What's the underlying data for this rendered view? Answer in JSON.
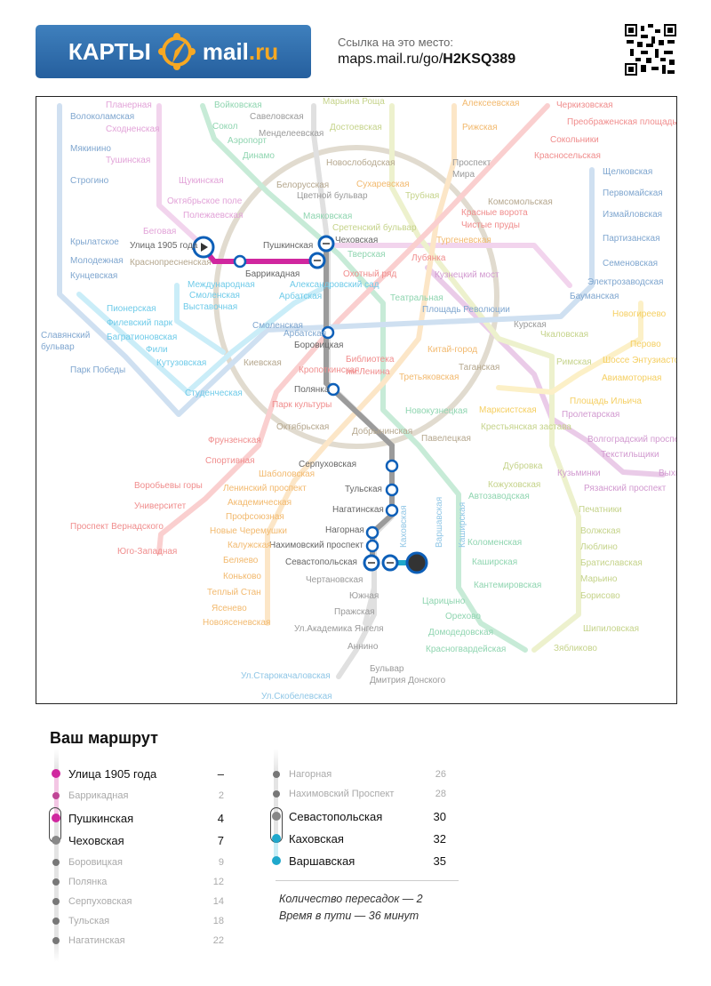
{
  "header": {
    "logo_left": "КАРТЫ",
    "logo_right": "mail",
    "logo_tld": ".ru",
    "link_caption": "Ссылка на это место:",
    "link_prefix": "maps.mail.ru/go/",
    "link_code": "H2KSQ389"
  },
  "colors": {
    "route_pink": "#d0279f",
    "route_gray": "#9b9b9b",
    "route_blue": "#0d5fb8",
    "route_cyan": "#1fa8cc"
  },
  "map": {
    "labels": [
      [
        "Планерная",
        "#e2a3d8"
      ],
      [
        "Сходненская",
        "#e2a3d8"
      ],
      [
        "Тушинская",
        "#e2a3d8"
      ],
      [
        "Щукинская",
        "#e2a3d8"
      ],
      [
        "Октябрьское поле",
        "#e2a3d8"
      ],
      [
        "Полежаевская",
        "#e2a3d8"
      ],
      [
        "Беговая",
        "#e2a3d8"
      ],
      [
        "Улица 1905 года",
        "#e2a3d8"
      ],
      [
        "Краснопресненская",
        "#b5a78e"
      ],
      [
        "Баррикадная",
        "#e2a3d8"
      ],
      [
        "Пушкинская",
        "#e2a3d8"
      ],
      [
        "Войковская",
        "#8fd5b0"
      ],
      [
        "Сокол",
        "#8fd5b0"
      ],
      [
        "Аэропорт",
        "#8fd5b0"
      ],
      [
        "Динамо",
        "#8fd5b0"
      ],
      [
        "Белорусская",
        "#b5a78e"
      ],
      [
        "Маяковская",
        "#8fd5b0"
      ],
      [
        "Савеловская",
        "#9a9a9a"
      ],
      [
        "Менделеевская",
        "#9a9a9a"
      ],
      [
        "Новослободская",
        "#b5a78e"
      ],
      [
        "Цветной бульвар",
        "#9a9a9a"
      ],
      [
        "Чеховская",
        "#9a9a9a"
      ],
      [
        "Боровицкая",
        "#9a9a9a"
      ],
      [
        "Полянка",
        "#9a9a9a"
      ],
      [
        "Серпуховская",
        "#9a9a9a"
      ],
      [
        "Тульская",
        "#9a9a9a"
      ],
      [
        "Нагатинская",
        "#9a9a9a"
      ],
      [
        "Нагорная",
        "#9a9a9a"
      ],
      [
        "Нахимовский проспект",
        "#9a9a9a"
      ],
      [
        "Севастопольская",
        "#9a9a9a"
      ],
      [
        "Чертановская",
        "#9a9a9a"
      ],
      [
        "Южная",
        "#9a9a9a"
      ],
      [
        "Пражская",
        "#9a9a9a"
      ],
      [
        "Ул.Академика Янгеля",
        "#9a9a9a"
      ],
      [
        "Аннино",
        "#9a9a9a"
      ],
      [
        "Ул.Старокачаловская",
        "#8fc6e6"
      ],
      [
        "Ул.Скобелевская",
        "#8fc6e6"
      ],
      [
        "Бульвар",
        "#9a9a9a"
      ],
      [
        "Дмитрия Донского",
        "#9a9a9a"
      ],
      [
        "Марьина Роща",
        "#c5d38a"
      ],
      [
        "Достоевская",
        "#c5d38a"
      ],
      [
        "Сухаревская",
        "#f2b96e"
      ],
      [
        "Трубная",
        "#c5d38a"
      ],
      [
        "Сретенский бульвар",
        "#c5d38a"
      ],
      [
        "Чкаловская",
        "#c5d38a"
      ],
      [
        "Римская",
        "#c5d38a"
      ],
      [
        "Крестьянская застава",
        "#c5d38a"
      ],
      [
        "Дубровка",
        "#c5d38a"
      ],
      [
        "Кожуховская",
        "#c5d38a"
      ],
      [
        "Печатники",
        "#c5d38a"
      ],
      [
        "Волжская",
        "#c5d38a"
      ],
      [
        "Люблино",
        "#c5d38a"
      ],
      [
        "Братиславская",
        "#c5d38a"
      ],
      [
        "Марьино",
        "#c5d38a"
      ],
      [
        "Борисово",
        "#c5d38a"
      ],
      [
        "Шипиловская",
        "#c5d38a"
      ],
      [
        "Зябликово",
        "#c5d38a"
      ],
      [
        "Алексеевская",
        "#f2b96e"
      ],
      [
        "Рижская",
        "#f2b96e"
      ],
      [
        "Проспект",
        "#9a9a9a"
      ],
      [
        "Мира",
        "#9a9a9a"
      ],
      [
        "Тургеневская",
        "#f2b96e"
      ],
      [
        "Китай-город",
        "#f2b96e"
      ],
      [
        "Третьяковская",
        "#f2b96e"
      ],
      [
        "Октябрьская",
        "#b5a78e"
      ],
      [
        "Шаболовская",
        "#f2b96e"
      ],
      [
        "Ленинский проспект",
        "#f2b96e"
      ],
      [
        "Академическая",
        "#f2b96e"
      ],
      [
        "Профсоюзная",
        "#f2b96e"
      ],
      [
        "Новые Черемушки",
        "#f2b96e"
      ],
      [
        "Калужская",
        "#f2b96e"
      ],
      [
        "Беляево",
        "#f2b96e"
      ],
      [
        "Коньково",
        "#f2b96e"
      ],
      [
        "Теплый Стан",
        "#f2b96e"
      ],
      [
        "Ясенево",
        "#f2b96e"
      ],
      [
        "Новоясеневская",
        "#f2b96e"
      ],
      [
        "Черкизовская",
        "#f08d8d"
      ],
      [
        "Преображенская площадь",
        "#f08d8d"
      ],
      [
        "Сокольники",
        "#f08d8d"
      ],
      [
        "Красносельская",
        "#f08d8d"
      ],
      [
        "Комсомольская",
        "#b5a78e"
      ],
      [
        "Красные ворота",
        "#f08d8d"
      ],
      [
        "Чистые пруды",
        "#f08d8d"
      ],
      [
        "Лубянка",
        "#f08d8d"
      ],
      [
        "Охотный ряд",
        "#f08d8d"
      ],
      [
        "Библиотека",
        "#f08d8d"
      ],
      [
        "им.Ленина",
        "#f08d8d"
      ],
      [
        "Кропоткинская",
        "#f08d8d"
      ],
      [
        "Парк культуры",
        "#f08d8d"
      ],
      [
        "Фрунзенская",
        "#f08d8d"
      ],
      [
        "Спортивная",
        "#f08d8d"
      ],
      [
        "Воробьевы горы",
        "#f08d8d"
      ],
      [
        "Университет",
        "#f08d8d"
      ],
      [
        "Проспект Вернадского",
        "#f08d8d"
      ],
      [
        "Юго-Западная",
        "#f08d8d"
      ],
      [
        "Щелковская",
        "#7fa6cf"
      ],
      [
        "Первомайская",
        "#7fa6cf"
      ],
      [
        "Измайловская",
        "#7fa6cf"
      ],
      [
        "Партизанская",
        "#7fa6cf"
      ],
      [
        "Семеновская",
        "#7fa6cf"
      ],
      [
        "Электрозаводская",
        "#7fa6cf"
      ],
      [
        "Бауманская",
        "#7fa6cf"
      ],
      [
        "Курская",
        "#9a9a9a"
      ],
      [
        "Площадь Революции",
        "#7fa6cf"
      ],
      [
        "Арбатская",
        "#7fa6cf"
      ],
      [
        "Смоленская",
        "#7fa6cf"
      ],
      [
        "Киевская",
        "#b5a78e"
      ],
      [
        "Парк Победы",
        "#7fa6cf"
      ],
      [
        "Славянский",
        "#7fa6cf"
      ],
      [
        "бульвар",
        "#7fa6cf"
      ],
      [
        "Кунцевская",
        "#7fa6cf"
      ],
      [
        "Молодежная",
        "#7fa6cf"
      ],
      [
        "Крылатское",
        "#7fa6cf"
      ],
      [
        "Строгино",
        "#7fa6cf"
      ],
      [
        "Мякинино",
        "#7fa6cf"
      ],
      [
        "Волоколамская",
        "#7fa6cf"
      ],
      [
        "Международная",
        "#6fcbe9"
      ],
      [
        "Выставочная",
        "#6fcbe9"
      ],
      [
        "Смоленская",
        "#6fcbe9"
      ],
      [
        "Александровский сад",
        "#6fcbe9"
      ],
      [
        "Арбатская",
        "#6fcbe9"
      ],
      [
        "Пионерская",
        "#6fcbe9"
      ],
      [
        "Филевский парк",
        "#6fcbe9"
      ],
      [
        "Багратионовская",
        "#6fcbe9"
      ],
      [
        "Фили",
        "#6fcbe9"
      ],
      [
        "Кутузовская",
        "#6fcbe9"
      ],
      [
        "Студенческая",
        "#6fcbe9"
      ],
      [
        "Кузнецкий мост",
        "#d29ad0"
      ],
      [
        "Пролетарская",
        "#d29ad0"
      ],
      [
        "Волгоградский проспект",
        "#d29ad0"
      ],
      [
        "Текстильщики",
        "#d29ad0"
      ],
      [
        "Кузьминки",
        "#d29ad0"
      ],
      [
        "Рязанский проспект",
        "#d29ad0"
      ],
      [
        "Выхино",
        "#d29ad0"
      ],
      [
        "Новогиреево",
        "#f5cf62"
      ],
      [
        "Перово",
        "#f5cf62"
      ],
      [
        "Шоссе Энтузиастов",
        "#f5cf62"
      ],
      [
        "Авиамоторная",
        "#f5cf62"
      ],
      [
        "Площадь Ильича",
        "#f5cf62"
      ],
      [
        "Марксистская",
        "#f5cf62"
      ],
      [
        "Тверская",
        "#8fd5b0"
      ],
      [
        "Театральная",
        "#8fd5b0"
      ],
      [
        "Новокузнецкая",
        "#8fd5b0"
      ],
      [
        "Павелецкая",
        "#b5a78e"
      ],
      [
        "Автозаводская",
        "#8fd5b0"
      ],
      [
        "Коломенская",
        "#8fd5b0"
      ],
      [
        "Каширская",
        "#8fd5b0"
      ],
      [
        "Кантемировская",
        "#8fd5b0"
      ],
      [
        "Царицыно",
        "#8fd5b0"
      ],
      [
        "Орехово",
        "#8fd5b0"
      ],
      [
        "Домодедовская",
        "#8fd5b0"
      ],
      [
        "Красногвардейская",
        "#8fd5b0"
      ],
      [
        "Таганская",
        "#b5a78e"
      ],
      [
        "Добрынинская",
        "#b5a78e"
      ]
    ],
    "vertical_labels": [
      [
        "Каховская",
        "#8fc6e6"
      ],
      [
        "Варшавская",
        "#8fc6e6"
      ],
      [
        "Каширская",
        "#8fc6e6"
      ]
    ]
  },
  "route": {
    "title": "Ваш маршрут",
    "left": [
      {
        "name": "Улица 1905 года",
        "time": "–",
        "main": true,
        "color": "#d0279f"
      },
      {
        "name": "Баррикадная",
        "time": "2",
        "main": false,
        "color": "#c04596"
      },
      {
        "name": "Пушкинская",
        "time": "4",
        "main": true,
        "color": "#d0279f"
      },
      {
        "name": "Чеховская",
        "time": "7",
        "main": true,
        "color": "#888888"
      },
      {
        "name": "Боровицкая",
        "time": "9",
        "main": false,
        "color": "#777777"
      },
      {
        "name": "Полянка",
        "time": "12",
        "main": false,
        "color": "#777777"
      },
      {
        "name": "Серпуховская",
        "time": "14",
        "main": false,
        "color": "#777777"
      },
      {
        "name": "Тульская",
        "time": "18",
        "main": false,
        "color": "#777777"
      },
      {
        "name": "Нагатинская",
        "time": "22",
        "main": false,
        "color": "#777777"
      }
    ],
    "right": [
      {
        "name": "Нагорная",
        "time": "26",
        "main": false,
        "color": "#777777"
      },
      {
        "name": "Нахимовский Проспект",
        "time": "28",
        "main": false,
        "color": "#777777"
      },
      {
        "name": "Севастопольская",
        "time": "30",
        "main": true,
        "color": "#888888"
      },
      {
        "name": "Каховская",
        "time": "32",
        "main": true,
        "color": "#1fa8cc"
      },
      {
        "name": "Варшавская",
        "time": "35",
        "main": true,
        "color": "#1fa8cc"
      }
    ],
    "transfers": "Количество пересадок — 2",
    "duration": "Время в пути — 36 минут"
  }
}
